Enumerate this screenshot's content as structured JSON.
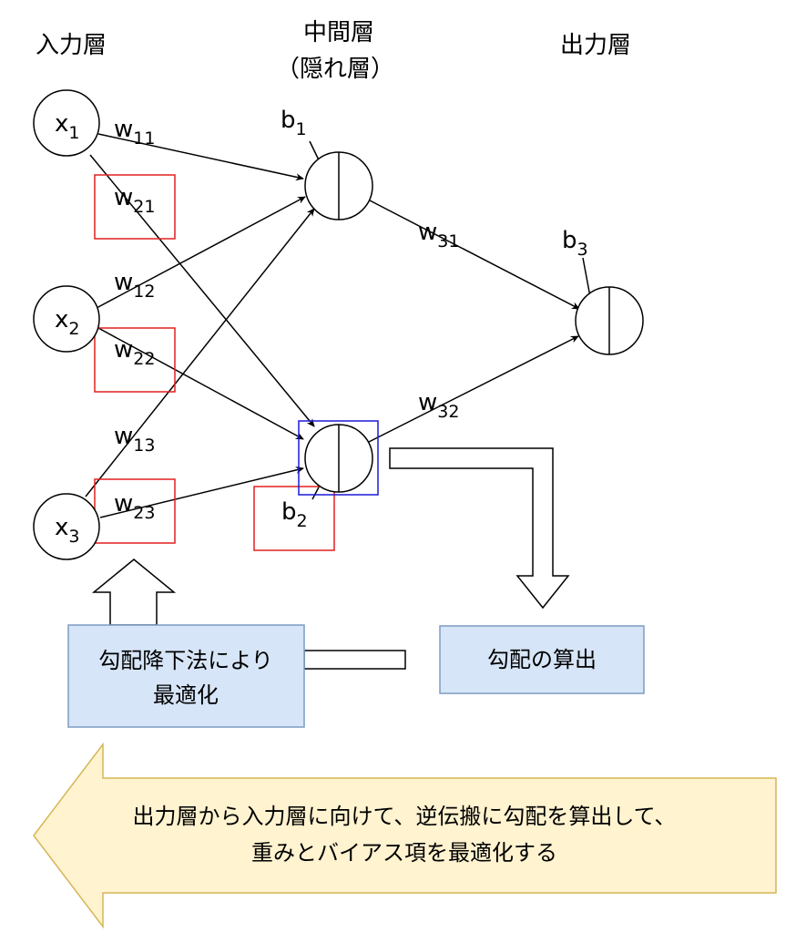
{
  "layers": {
    "input": "入力層",
    "hidden_line1": "中間層",
    "hidden_line2": "（隠れ層）",
    "output": "出力層"
  },
  "nodes": {
    "x1": {
      "base": "x",
      "sub": "1"
    },
    "x2": {
      "base": "x",
      "sub": "2"
    },
    "x3": {
      "base": "x",
      "sub": "3"
    }
  },
  "biases": {
    "b1": {
      "base": "b",
      "sub": "1"
    },
    "b2": {
      "base": "b",
      "sub": "2"
    },
    "b3": {
      "base": "b",
      "sub": "3"
    }
  },
  "weights": {
    "w11": {
      "base": "w",
      "sub": "11"
    },
    "w21": {
      "base": "w",
      "sub": "21"
    },
    "w12": {
      "base": "w",
      "sub": "12"
    },
    "w22": {
      "base": "w",
      "sub": "22"
    },
    "w13": {
      "base": "w",
      "sub": "13"
    },
    "w23": {
      "base": "w",
      "sub": "23"
    },
    "w31": {
      "base": "w",
      "sub": "31"
    },
    "w32": {
      "base": "w",
      "sub": "32"
    }
  },
  "boxes": {
    "optimize_line1": "勾配降下法により",
    "optimize_line2": "最適化",
    "gradient": "勾配の算出"
  },
  "banner": {
    "line1": "出力層から入力層に向けて、逆伝搬に勾配を算出して、",
    "line2": "重みとバイアス項を最適化する"
  },
  "colors": {
    "highlight_red": "#e0211f",
    "highlight_blue": "#1d19d8",
    "box_fill": "#d6e5f7",
    "box_stroke": "#7d9bc4",
    "banner_fill": "#fff3d0",
    "banner_stroke": "#d6b656"
  }
}
